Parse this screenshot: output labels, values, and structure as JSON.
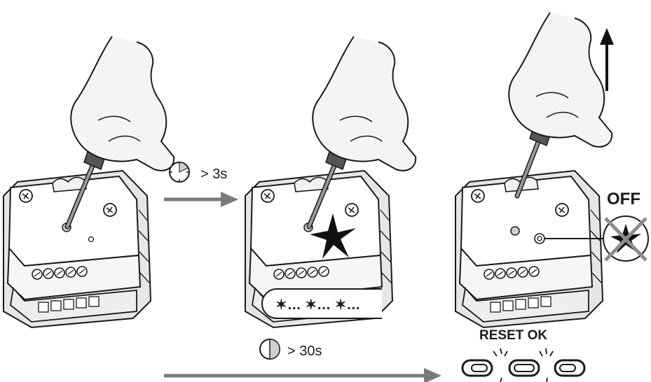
{
  "steps": {
    "press_time": "> 3s",
    "hold_time": "> 30s"
  },
  "led_sequence": "✶… ✶… ✶…",
  "state": {
    "off_label": "OFF",
    "reset_label": "RESET OK"
  },
  "colors": {
    "arrow": "#7a7a7a",
    "ink": "#1a1a1a",
    "device_body": "#ffffff",
    "device_shadow": "#d9d9d9",
    "hand_fill": "#f4f4f4",
    "screwdriver": "#555555",
    "cross": "#8c8c8c"
  },
  "icons": [
    "timer-icon",
    "flash-icon",
    "led-icon",
    "broken-chain-icon",
    "up-arrow-icon",
    "screwdriver-icon",
    "hand-icon"
  ]
}
